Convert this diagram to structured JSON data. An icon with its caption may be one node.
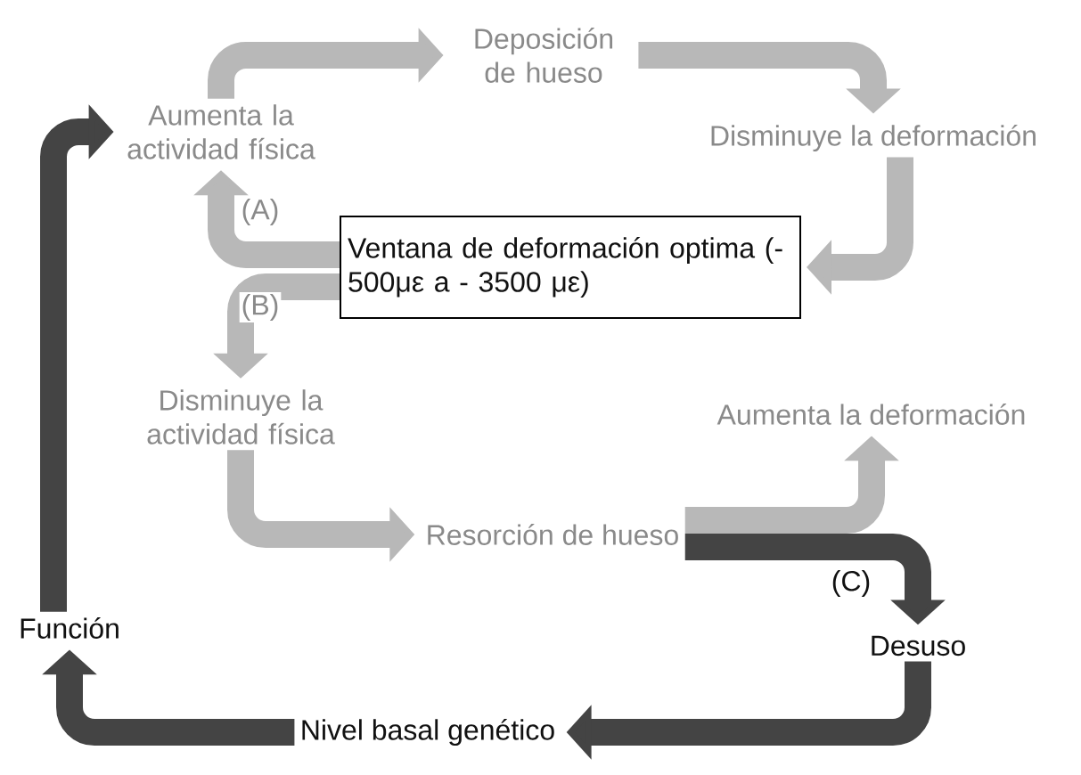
{
  "diagram": {
    "nodes": [
      {
        "text": [
          "Aumenta la actividad física"
        ]
      },
      {
        "text": [
          "Deposición de hueso"
        ]
      },
      {
        "text": [
          "Disminuye la deformación"
        ]
      },
      {
        "text": [
          "Ventana de deformación optima (- 500με a - 3500 με)"
        ]
      },
      {
        "text": [
          "Disminuye la actividad física"
        ]
      },
      {
        "text": [
          "Resorción de hueso"
        ]
      },
      {
        "text": [
          "Aumenta la deformación"
        ]
      },
      {
        "text": [
          "Desuso"
        ]
      },
      {
        "text": [
          "Nivel basal genético"
        ]
      },
      {
        "text": [
          "Función"
        ]
      }
    ],
    "edges": [
      {
        "from": 0,
        "to": 1,
        "arrow": "to"
      },
      {
        "from": 1,
        "to": 2,
        "arrow": "to"
      },
      {
        "from": 2,
        "to": 3,
        "arrow": "to"
      },
      {
        "from": 3,
        "to": 0,
        "arrow": "to",
        "label": "(A)"
      },
      {
        "from": 3,
        "to": 4,
        "arrow": "to",
        "label": "(B)"
      },
      {
        "from": 4,
        "to": 5,
        "arrow": "to"
      },
      {
        "from": 5,
        "to": 6,
        "arrow": "to"
      },
      {
        "from": 5,
        "to": 7,
        "arrow": "to",
        "label": "(C)",
        "color": "#444444"
      },
      {
        "from": 7,
        "to": 8,
        "arrow": "to",
        "color": "#444444"
      },
      {
        "from": 8,
        "to": 9,
        "arrow": "to",
        "color": "#444444"
      },
      {
        "from": 9,
        "to": 0,
        "arrow": "to",
        "color": "#444444"
      }
    ]
  }
}
